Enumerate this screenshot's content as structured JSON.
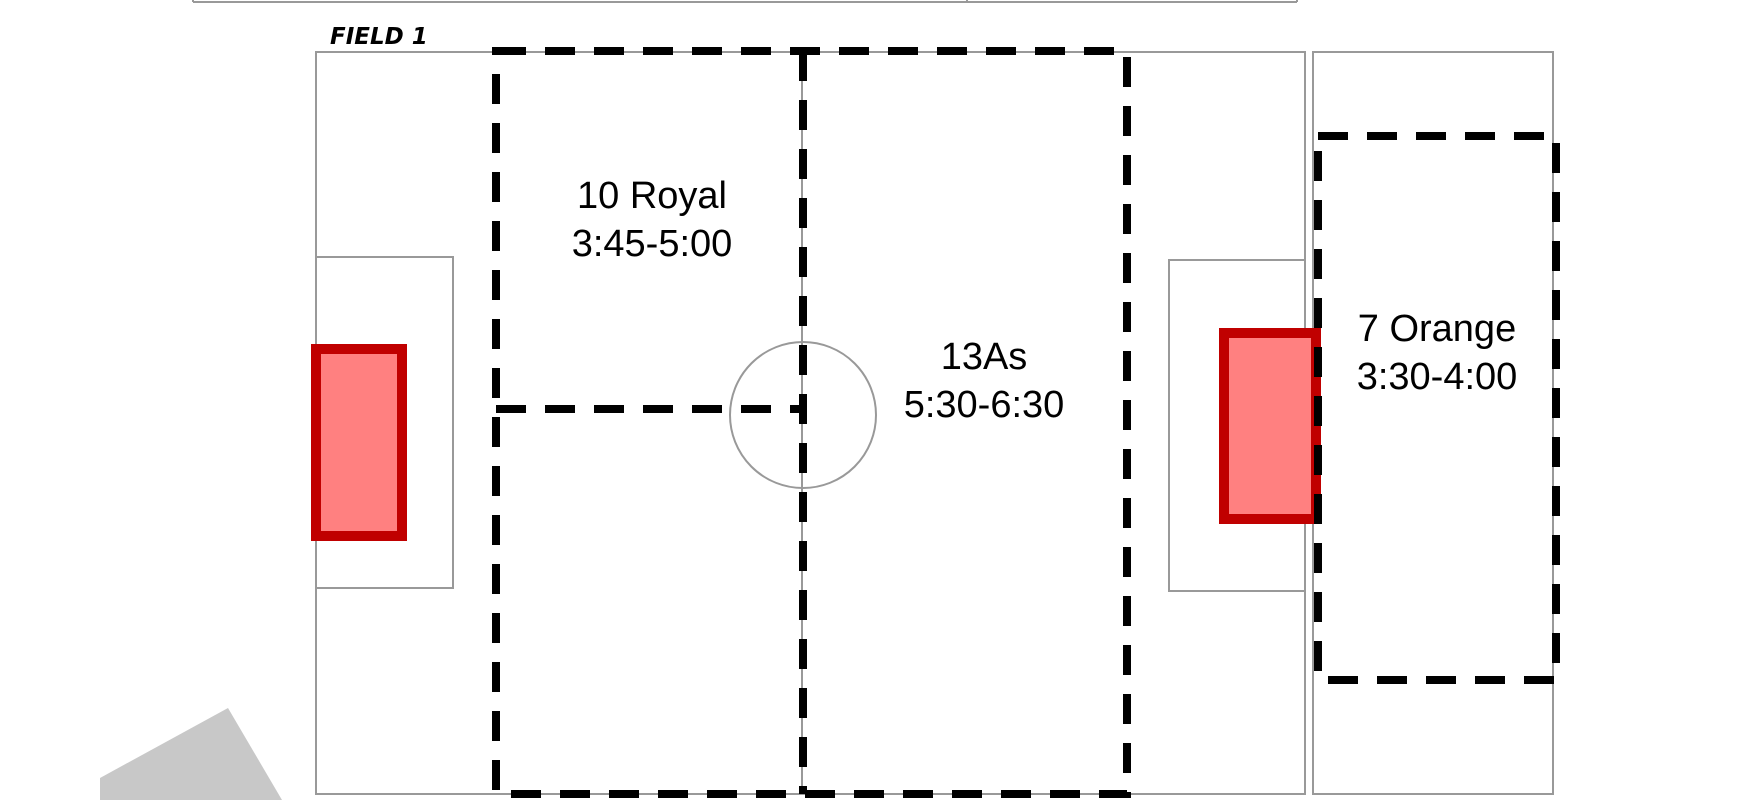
{
  "field": {
    "label": "FIELD 1"
  },
  "zones": [
    {
      "id": "royal",
      "name": "10 Royal",
      "time": "3:45-5:00"
    },
    {
      "id": "as13",
      "name": "13As",
      "time": "5:30-6:30"
    },
    {
      "id": "orange",
      "name": "7 Orange",
      "time": "3:30-4:00"
    }
  ],
  "colors": {
    "field_line": "#999999",
    "zone_border": "#000000",
    "goal_fill": "#ff8080",
    "goal_border": "#c00000",
    "shape_gray": "#c8c8c8",
    "text": "#000000"
  }
}
